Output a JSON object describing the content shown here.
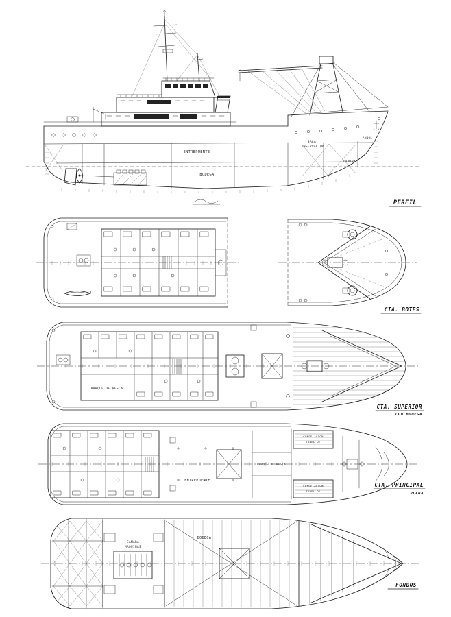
{
  "colors": {
    "ink": "#232323",
    "paper": "#ffffff"
  },
  "views": {
    "perfil": {
      "caption": "PERFIL",
      "rooms": {
        "entrepuente": "ENTREPUENTE",
        "bodega": "BODEGA",
        "sala": "SALA",
        "conservacion": "CONSERVACION",
        "camara": "CAMARA",
        "panol": "PAÑOL"
      }
    },
    "botes": {
      "caption": "CTA. BOTES"
    },
    "superior": {
      "caption": "CTA. SUPERIOR",
      "sublabel": "CON BODEGA",
      "rooms": {
        "parque": "PARQUE DE PESCA"
      }
    },
    "principal": {
      "caption": "CTA. PRINCIPAL",
      "sublabel": "PLANA",
      "rooms": {
        "entrepuente": "ENTREPUENTE",
        "parque": "PARQUE DE PESCA",
        "tunel_sup_1": "CONGELACION",
        "tunel_sup_2": "TUNEL DE",
        "tunel_inf_1": "CONGELACION",
        "tunel_inf_2": "TUNEL DE"
      }
    },
    "fondos": {
      "caption": "FONDOS",
      "rooms": {
        "camara": "CAMARA",
        "maquinas": "MAQUINAS",
        "bodega": "BODEGA"
      }
    }
  }
}
